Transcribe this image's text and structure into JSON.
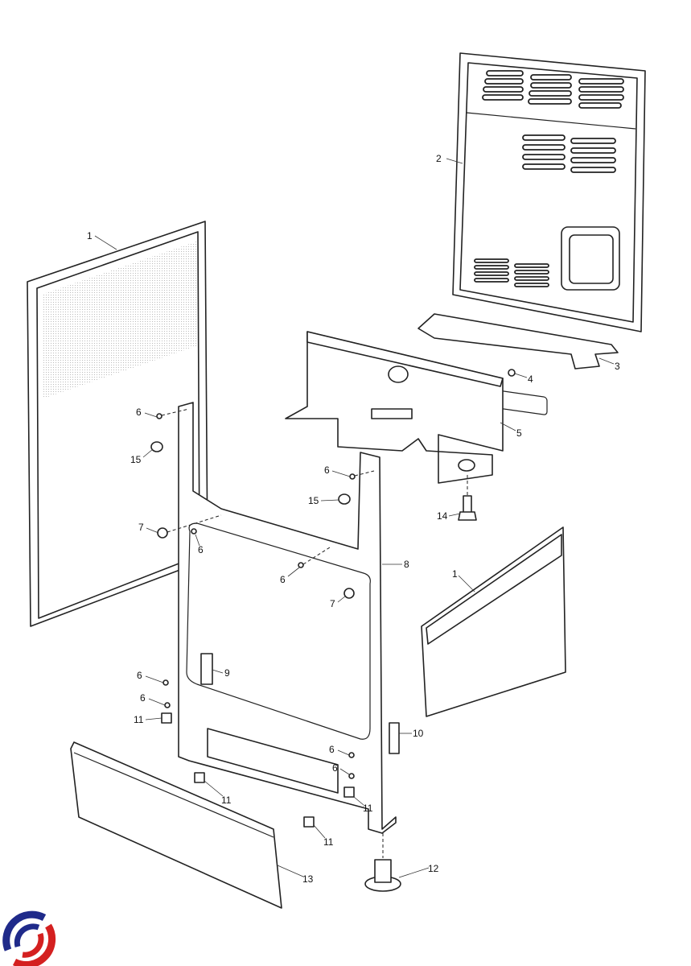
{
  "diagram": {
    "callouts": [
      "1",
      "2",
      "3",
      "4",
      "5",
      "6",
      "15",
      "6",
      "15",
      "14",
      "7",
      "6",
      "6",
      "8",
      "1",
      "7",
      "6",
      "9",
      "6",
      "11",
      "10",
      "6",
      "6",
      "11",
      "11",
      "11",
      "12",
      "13"
    ]
  },
  "logo": {
    "name": "brand-logo",
    "colors": [
      "#1f2a8a",
      "#d42020"
    ]
  }
}
